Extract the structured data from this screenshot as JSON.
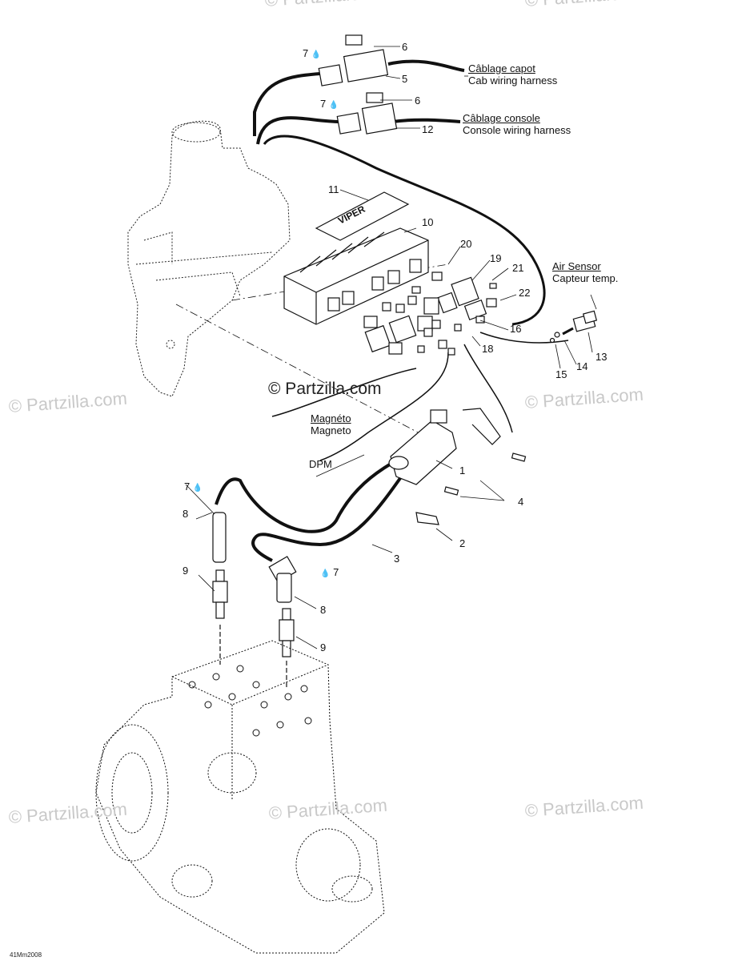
{
  "watermark": {
    "text": "© Partzilla.com",
    "brand": "© Partzilla.com"
  },
  "callouts": {
    "c1": "1",
    "c2": "2",
    "c3": "3",
    "c4": "4",
    "c5": "5",
    "c6a": "6",
    "c6b": "6",
    "c7a": "7",
    "c7b": "7",
    "c7c": "7",
    "c7d": "7",
    "c8a": "8",
    "c8b": "8",
    "c9a": "9",
    "c9b": "9",
    "c10": "10",
    "c11": "11",
    "c12": "12",
    "c13": "13",
    "c14": "14",
    "c15": "15",
    "c16": "16",
    "c18": "18",
    "c19": "19",
    "c20": "20",
    "c21": "21",
    "c22": "22"
  },
  "labels": {
    "cab_fr": "Câblage capot",
    "cab_en": "Cab wiring harness",
    "console_fr": "Câblage console",
    "console_en": "Console wiring harness",
    "air_en": "Air Sensor",
    "air_fr": "Capteur temp.",
    "magneto_fr": "Magnéto",
    "magneto_en": "Magneto",
    "dpm": "DPM",
    "drawing_code": "41Mm2008",
    "decal_text": "VIPER"
  },
  "icons": {
    "drop": "water-drop-icon",
    "arrow": "arrow-icon"
  }
}
